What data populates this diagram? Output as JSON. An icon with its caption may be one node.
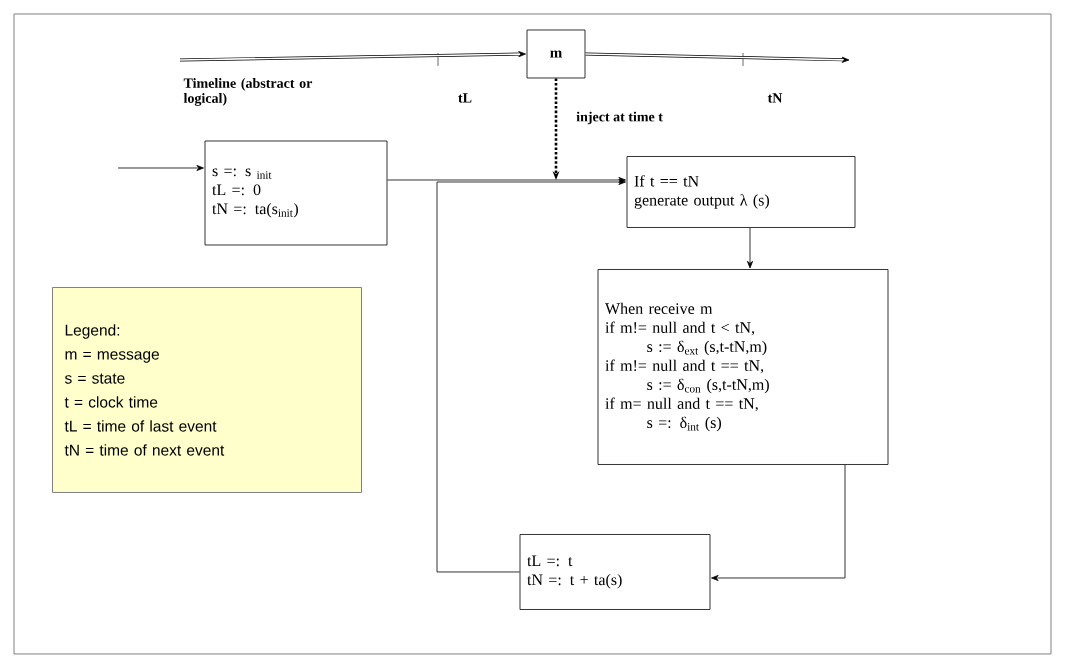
{
  "diagram": {
    "nodes": [
      {
        "text": [
          "m"
        ]
      },
      {
        "text": [
          "s =: s $_{init}$",
          "tL =:  0",
          "tN =: ta(s$_{init}$)"
        ]
      },
      {
        "text": [
          "If  t == tN",
          "generate  output λ (s)"
        ]
      },
      {
        "text": [
          "When receive m",
          "if m!= null and  t < tN,",
          "s  := δ$_{ext}$ (s,t-tN,m)",
          "if m!= null and   t == tN,",
          "s := δ$_{con}$ (s,t-tN,m)",
          "if m= null and   t == tN,",
          "s =: δ$_{int}$ (s)"
        ]
      },
      {
        "text": [
          "tL =: t",
          "tN =: t + ta(s)"
        ]
      },
      {
        "text": [
          "Legend:",
          "m = message",
          "s = state",
          "t = clock time",
          "tL = time of last event",
          "tN = time of next event"
        ]
      }
    ],
    "edges": [
      {
        "from": null,
        "to": 0,
        "arrow": "to",
        "style": "thick"
      },
      {
        "from": 0,
        "to": null,
        "arrow": "to",
        "style": "thick"
      },
      {
        "from": 0,
        "to": null,
        "arrow": "to",
        "style": "dashed",
        "label": "inject at time t"
      },
      {
        "from": null,
        "to": 1,
        "arrow": "to"
      },
      {
        "from": 1,
        "to": 2,
        "arrow": "to"
      },
      {
        "from": 2,
        "to": 3,
        "arrow": "to"
      },
      {
        "from": 3,
        "to": 4,
        "arrow": "to"
      },
      {
        "from": 4,
        "to": 2,
        "arrow": "to"
      }
    ],
    "labels": [
      "Timeline (abstract or logical)",
      "tL",
      "tN"
    ]
  }
}
